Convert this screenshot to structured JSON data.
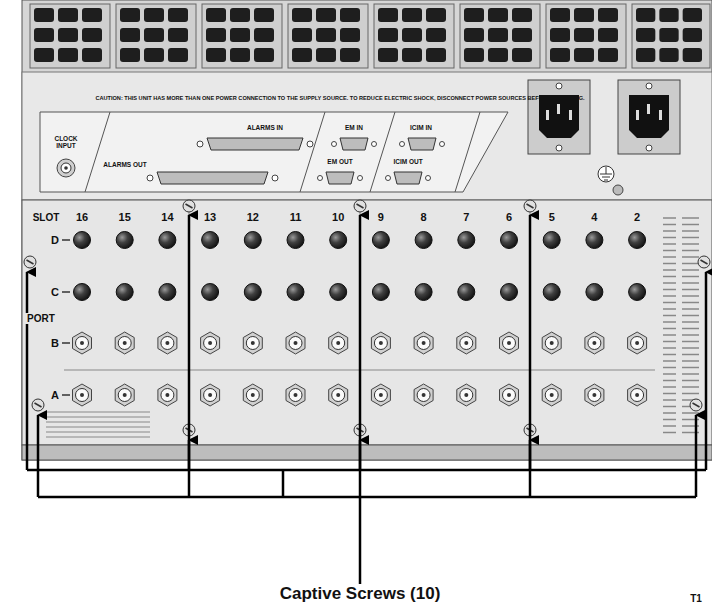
{
  "diagram": {
    "labels": [
      "CAUTION: THIS UNIT HAS MORE THAN ONE POWER CONNECTION TO THE SUPPLY SOURCE. TO REDUCE ELECTRIC SHOCK, DISCONNECT POWER SOURCES BEFORE SERVICING.",
      "CLOCK INPUT",
      "ALARMS IN",
      "ALARMS OUT",
      "EM IN",
      "EM OUT",
      "ICIM IN",
      "ICIM OUT",
      "SLOT",
      "16",
      "15",
      "14",
      "13",
      "12",
      "11",
      "10",
      "9",
      "8",
      "7",
      "6",
      "5",
      "4",
      "2",
      "D",
      "C",
      "B",
      "A",
      "PORT",
      "Captive Screws (10)",
      "T1"
    ]
  }
}
